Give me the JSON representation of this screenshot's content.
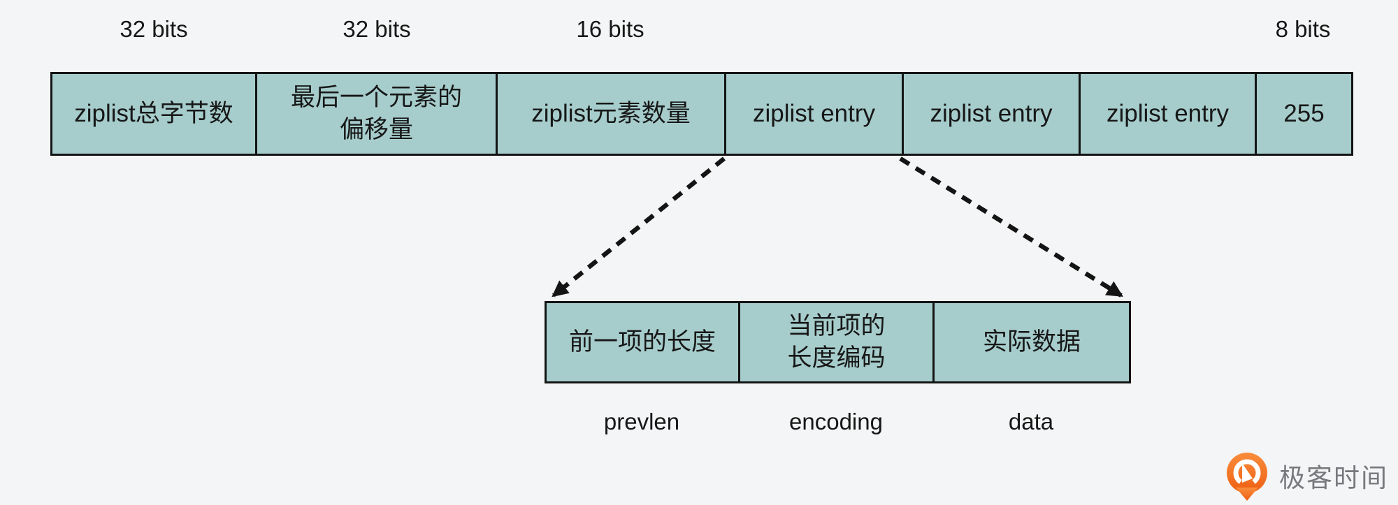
{
  "colors": {
    "background": "#f4f5f6",
    "box_fill": "#a6cdcc",
    "box_border": "#141414",
    "text": "#171717",
    "logo_orange": "#f2691a",
    "logo_text_gray": "#77797d"
  },
  "bit_labels": [
    "32 bits",
    "32 bits",
    "16 bits",
    "8 bits"
  ],
  "ziplist_row": {
    "cells": [
      {
        "name": "total-bytes",
        "lines": [
          "ziplist总字节数"
        ]
      },
      {
        "name": "last-entry-offset",
        "lines": [
          "最后一个元素的",
          "偏移量"
        ]
      },
      {
        "name": "entry-count",
        "lines": [
          "ziplist元素数量"
        ]
      },
      {
        "name": "entry-1",
        "lines": [
          "ziplist entry"
        ]
      },
      {
        "name": "entry-2",
        "lines": [
          "ziplist entry"
        ]
      },
      {
        "name": "entry-3",
        "lines": [
          "ziplist entry"
        ]
      },
      {
        "name": "end-byte",
        "lines": [
          "255"
        ]
      }
    ]
  },
  "entry_detail_row": {
    "cells": [
      {
        "name": "prevlen",
        "lines": [
          "前一项的长度"
        ]
      },
      {
        "name": "encoding",
        "lines": [
          "当前项的",
          "长度编码"
        ]
      },
      {
        "name": "data",
        "lines": [
          "实际数据"
        ]
      }
    ]
  },
  "field_labels": [
    "prevlen",
    "encoding",
    "data"
  ],
  "logo": {
    "text": "极客时间",
    "icon": "geektime-pin-icon"
  }
}
